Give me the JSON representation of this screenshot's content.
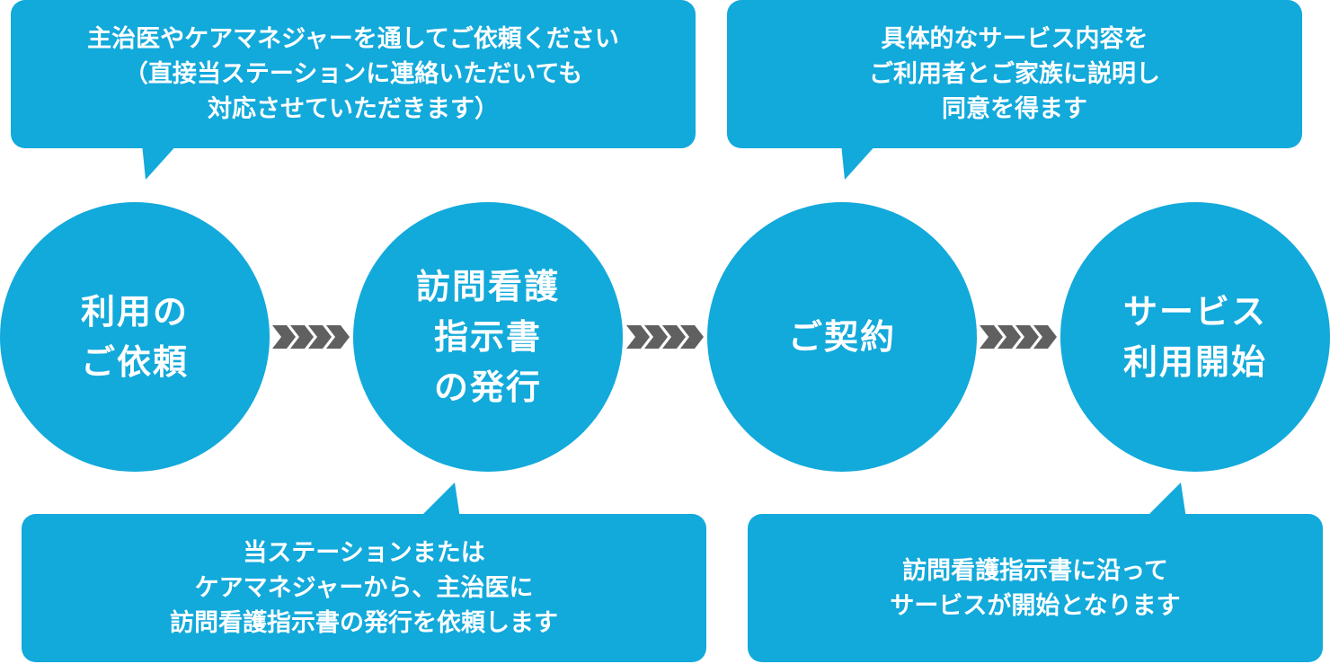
{
  "colors": {
    "primary": "#12a9db",
    "arrow": "#606060",
    "text": "#ffffff"
  },
  "steps": [
    {
      "lines": [
        "利用の",
        "ご依頼"
      ]
    },
    {
      "lines": [
        "訪問看護",
        "指示書",
        "の発行"
      ]
    },
    {
      "lines": [
        "ご契約"
      ]
    },
    {
      "lines": [
        "サービス",
        "利用開始"
      ]
    }
  ],
  "notes": [
    {
      "lines": [
        "主治医やケアマネジャーを通してご依頼ください",
        "（直接当ステーションに連絡いただいても",
        "対応させていただきます）"
      ]
    },
    {
      "lines": [
        "具体的なサービス内容を",
        "ご利用者とご家族に説明し",
        "同意を得ます"
      ]
    },
    {
      "lines": [
        "当ステーションまたは",
        "ケアマネジャーから、主治医に",
        "訪問看護指示書の発行を依頼します"
      ]
    },
    {
      "lines": [
        "訪問看護指示書に沿って",
        "サービスが開始となります"
      ]
    }
  ],
  "connector_icon": "chevron-arrows-icon"
}
